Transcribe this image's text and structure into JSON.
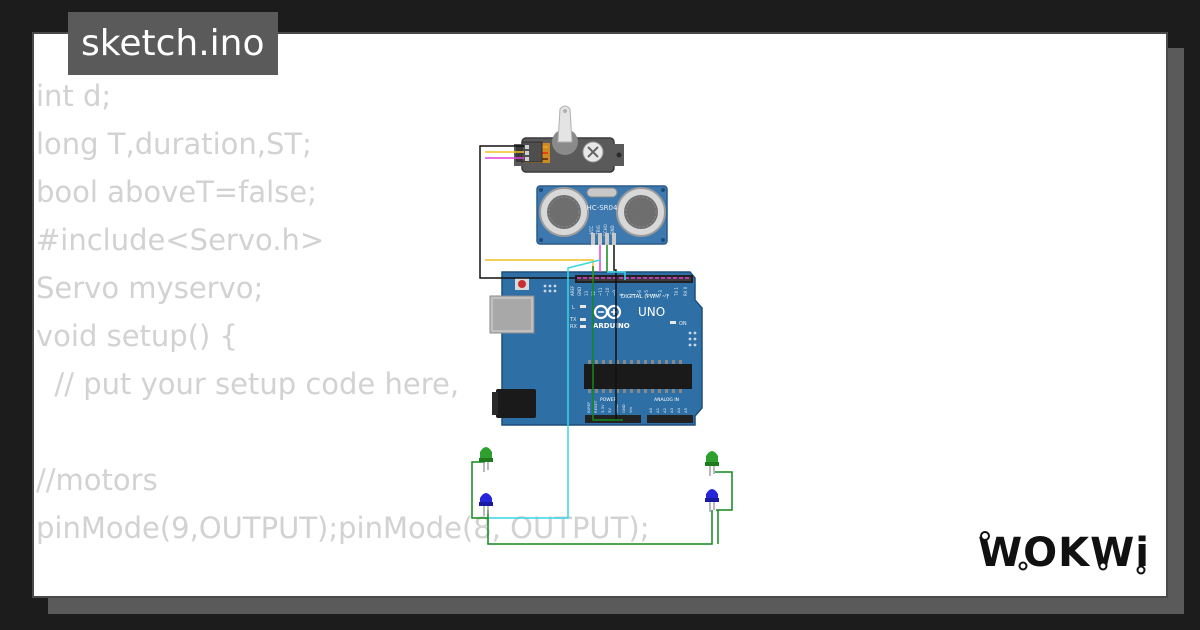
{
  "sketch": {
    "filename": "sketch.ino"
  },
  "code_lines": [
    "int d;",
    "long T,duration,ST;",
    "bool aboveT=false;",
    "#include<Servo.h>",
    "Servo myservo;",
    "void setup() {",
    "  // put your setup code here,",
    "",
    "//motors",
    "pinMode(9,OUTPUT);pinMode(8, OUTPUT);"
  ],
  "diagram": {
    "ultrasonic_label": "HC-SR04",
    "ultrasonic_pins": [
      "VCC",
      "TRIG",
      "ECHO",
      "GND"
    ],
    "board_brand": "ARDUINO",
    "board_model": "UNO",
    "board_digital_label": "DIGITAL (PWM ~)",
    "board_power_label": "POWER",
    "board_analog_label": "ANALOG IN",
    "board_on_label": "ON",
    "board_led_labels": [
      "L",
      "TX",
      "RX"
    ],
    "board_top_pins": [
      "AREF",
      "GND",
      "13",
      "12",
      "~11",
      "~10",
      "~9",
      "8",
      "7",
      "~6",
      "~5",
      "4",
      "~3",
      "2",
      "TX 1",
      "RX 0"
    ],
    "board_power_pins": [
      "IOREF",
      "RESET",
      "3.3V",
      "5V",
      "GND",
      "GND",
      "Vin"
    ],
    "board_analog_pins": [
      "A0",
      "A1",
      "A2",
      "A3",
      "A4",
      "A5"
    ]
  },
  "brand": {
    "logo_text": "WOKWi"
  },
  "colors": {
    "background": "#1c1c1c",
    "card": "#ffffff",
    "tab": "#5a5a5a",
    "code_text": "#d2d2d2",
    "board_blue": "#2e6fa6",
    "wire_cyan": "#3ad6e6",
    "wire_green": "#14891c",
    "wire_black": "#111111",
    "wire_magenta": "#e040d8",
    "wire_yellow": "#f0c020"
  }
}
